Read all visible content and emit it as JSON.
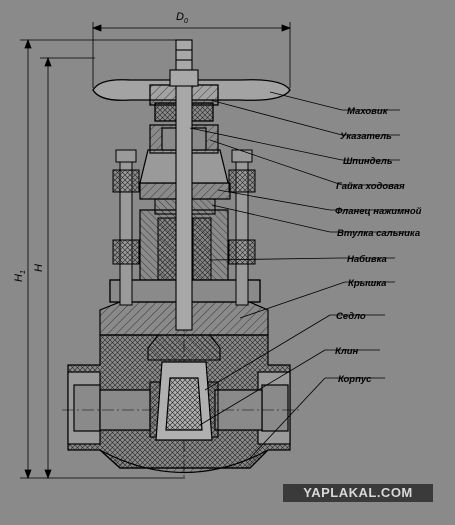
{
  "dimensions": {
    "d0_main": "D",
    "d0_sub": "0",
    "h1_main": "H",
    "h1_sub": "1",
    "h": "H"
  },
  "labels": [
    "Маховик",
    "Указатель",
    "Шпиндель",
    "Гайка ходовая",
    "Фланец нажимной",
    "Втулка сальника",
    "Набивка",
    "Крышка",
    "Седло",
    "Клин",
    "Корпус"
  ],
  "watermark": "YAPLAKAL.COM",
  "colors": {
    "background": "#8a8a8a",
    "line": "#000000",
    "watermark_bg": "#3a3a3a"
  }
}
